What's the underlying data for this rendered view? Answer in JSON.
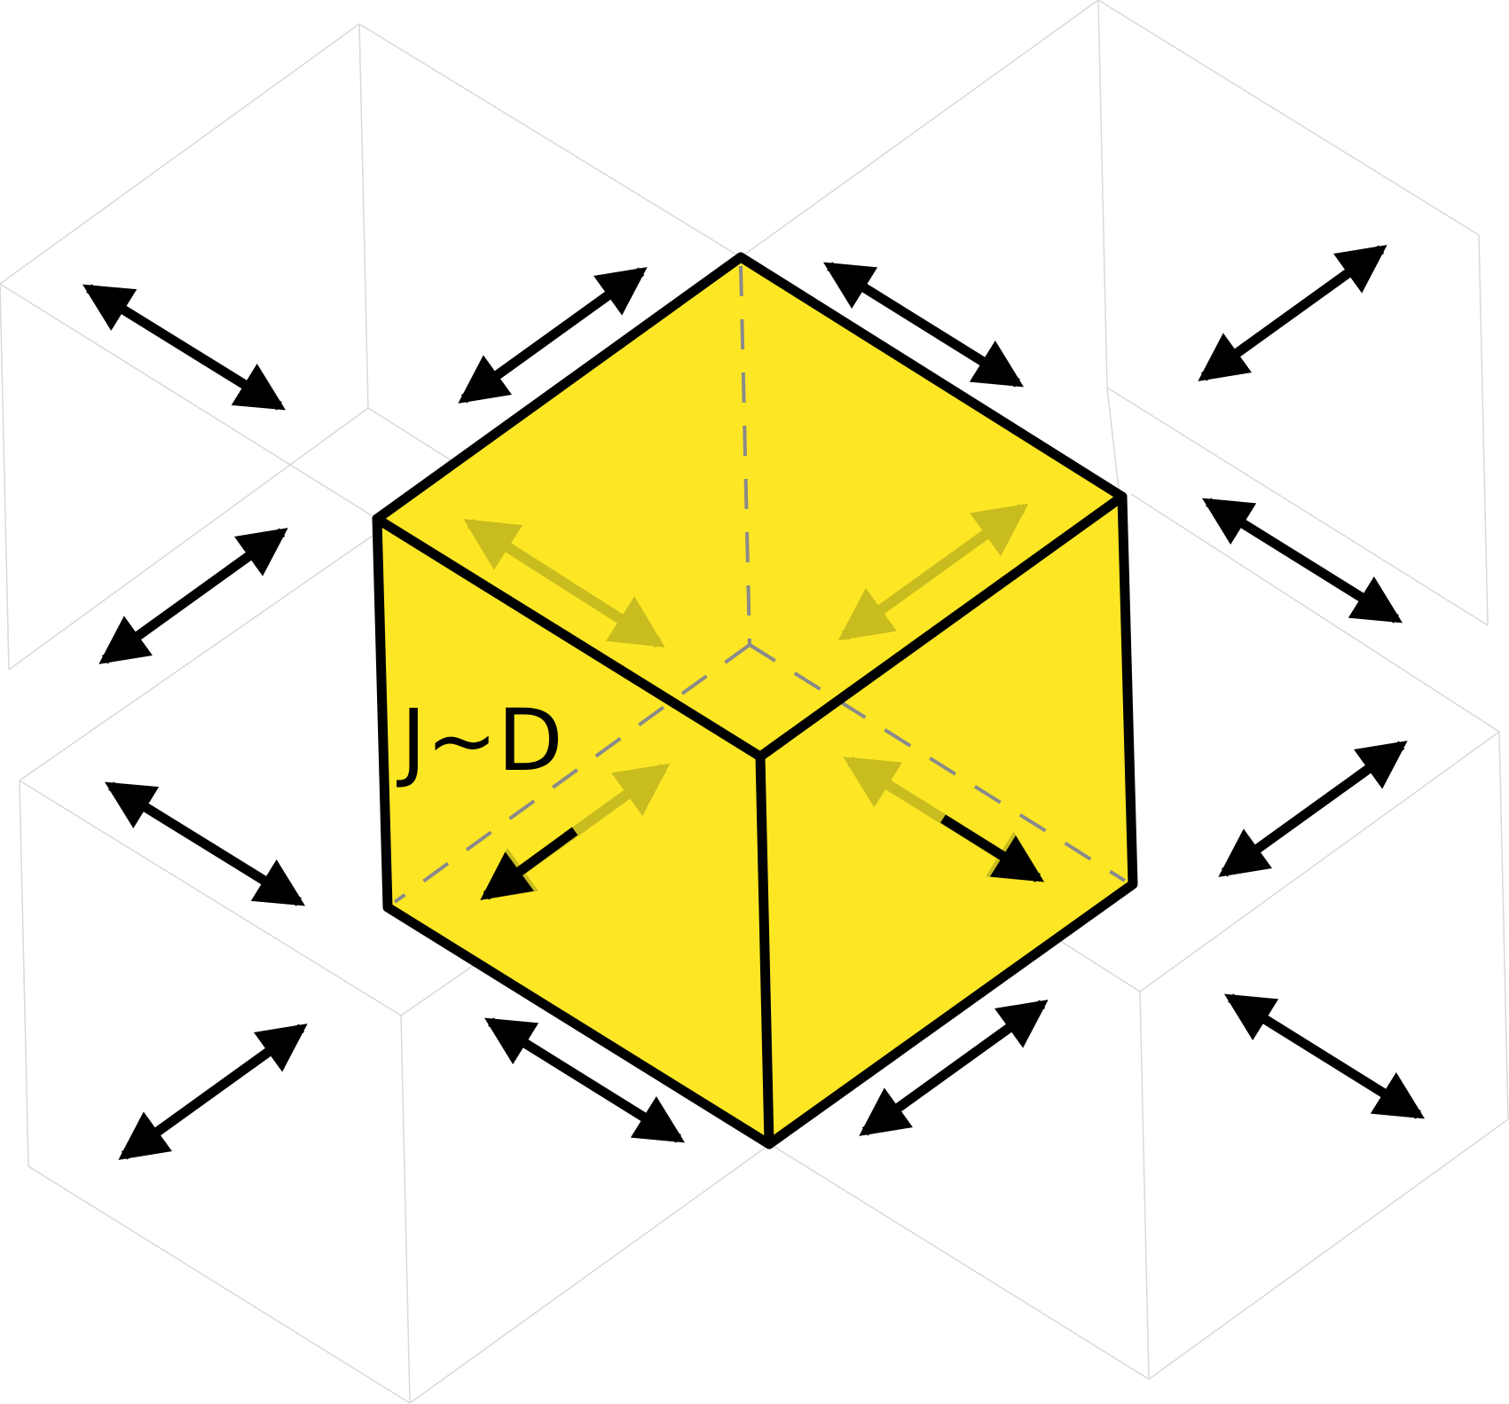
{
  "diagram": {
    "label": "J~D",
    "colors": {
      "background": "#ffffff",
      "cube_fill": "#fde725",
      "cube_edge": "#000000",
      "hidden_edge": "#8a8a8a",
      "neighbor_edge": "#d9d9d9",
      "arrow": "#000000",
      "hidden_arrow": "#c9bc1e"
    },
    "neighbor_cubes": [
      "front",
      "left",
      "right",
      "bottom"
    ],
    "arrows": {
      "count": 16,
      "hidden_count": 4
    }
  }
}
